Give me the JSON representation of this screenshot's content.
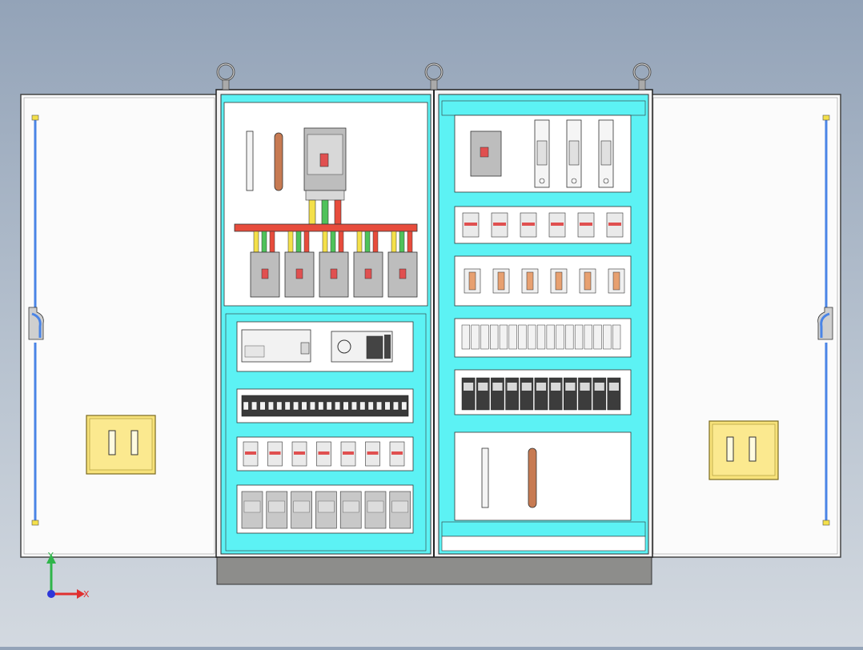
{
  "viewport": {
    "background_top": "#93a3b8",
    "background_bottom": "#d3d9e0"
  },
  "colors": {
    "panel_cyan": "#5cf2f4",
    "door_white": "#fbfbfb",
    "handle_yellow": "#f7e27a",
    "rod_blue": "#4a84e6",
    "busbar_red": "#e74c3c",
    "copper": "#c77a52",
    "phase_yellow": "#f4e04a",
    "phase_green": "#4fc25a",
    "phase_red": "#e74c3c",
    "plinth_gray": "#8d8d8b",
    "breaker_gray": "#bdbdbd"
  },
  "components": {
    "left_cabinet": {
      "busbar_breakers": 5,
      "relay_modules": 7,
      "small_breakers": 7,
      "terminal_blocks": 20
    },
    "right_cabinet": {
      "fuse_holders": 3,
      "small_breakers": 6,
      "contactors": 6,
      "terminal_strip": 17,
      "relays": 11
    }
  },
  "axes": {
    "x_label": "X",
    "y_label": "Y",
    "x_color": "#e03030",
    "y_color": "#2fb54a",
    "origin_color": "#2d36d9"
  }
}
